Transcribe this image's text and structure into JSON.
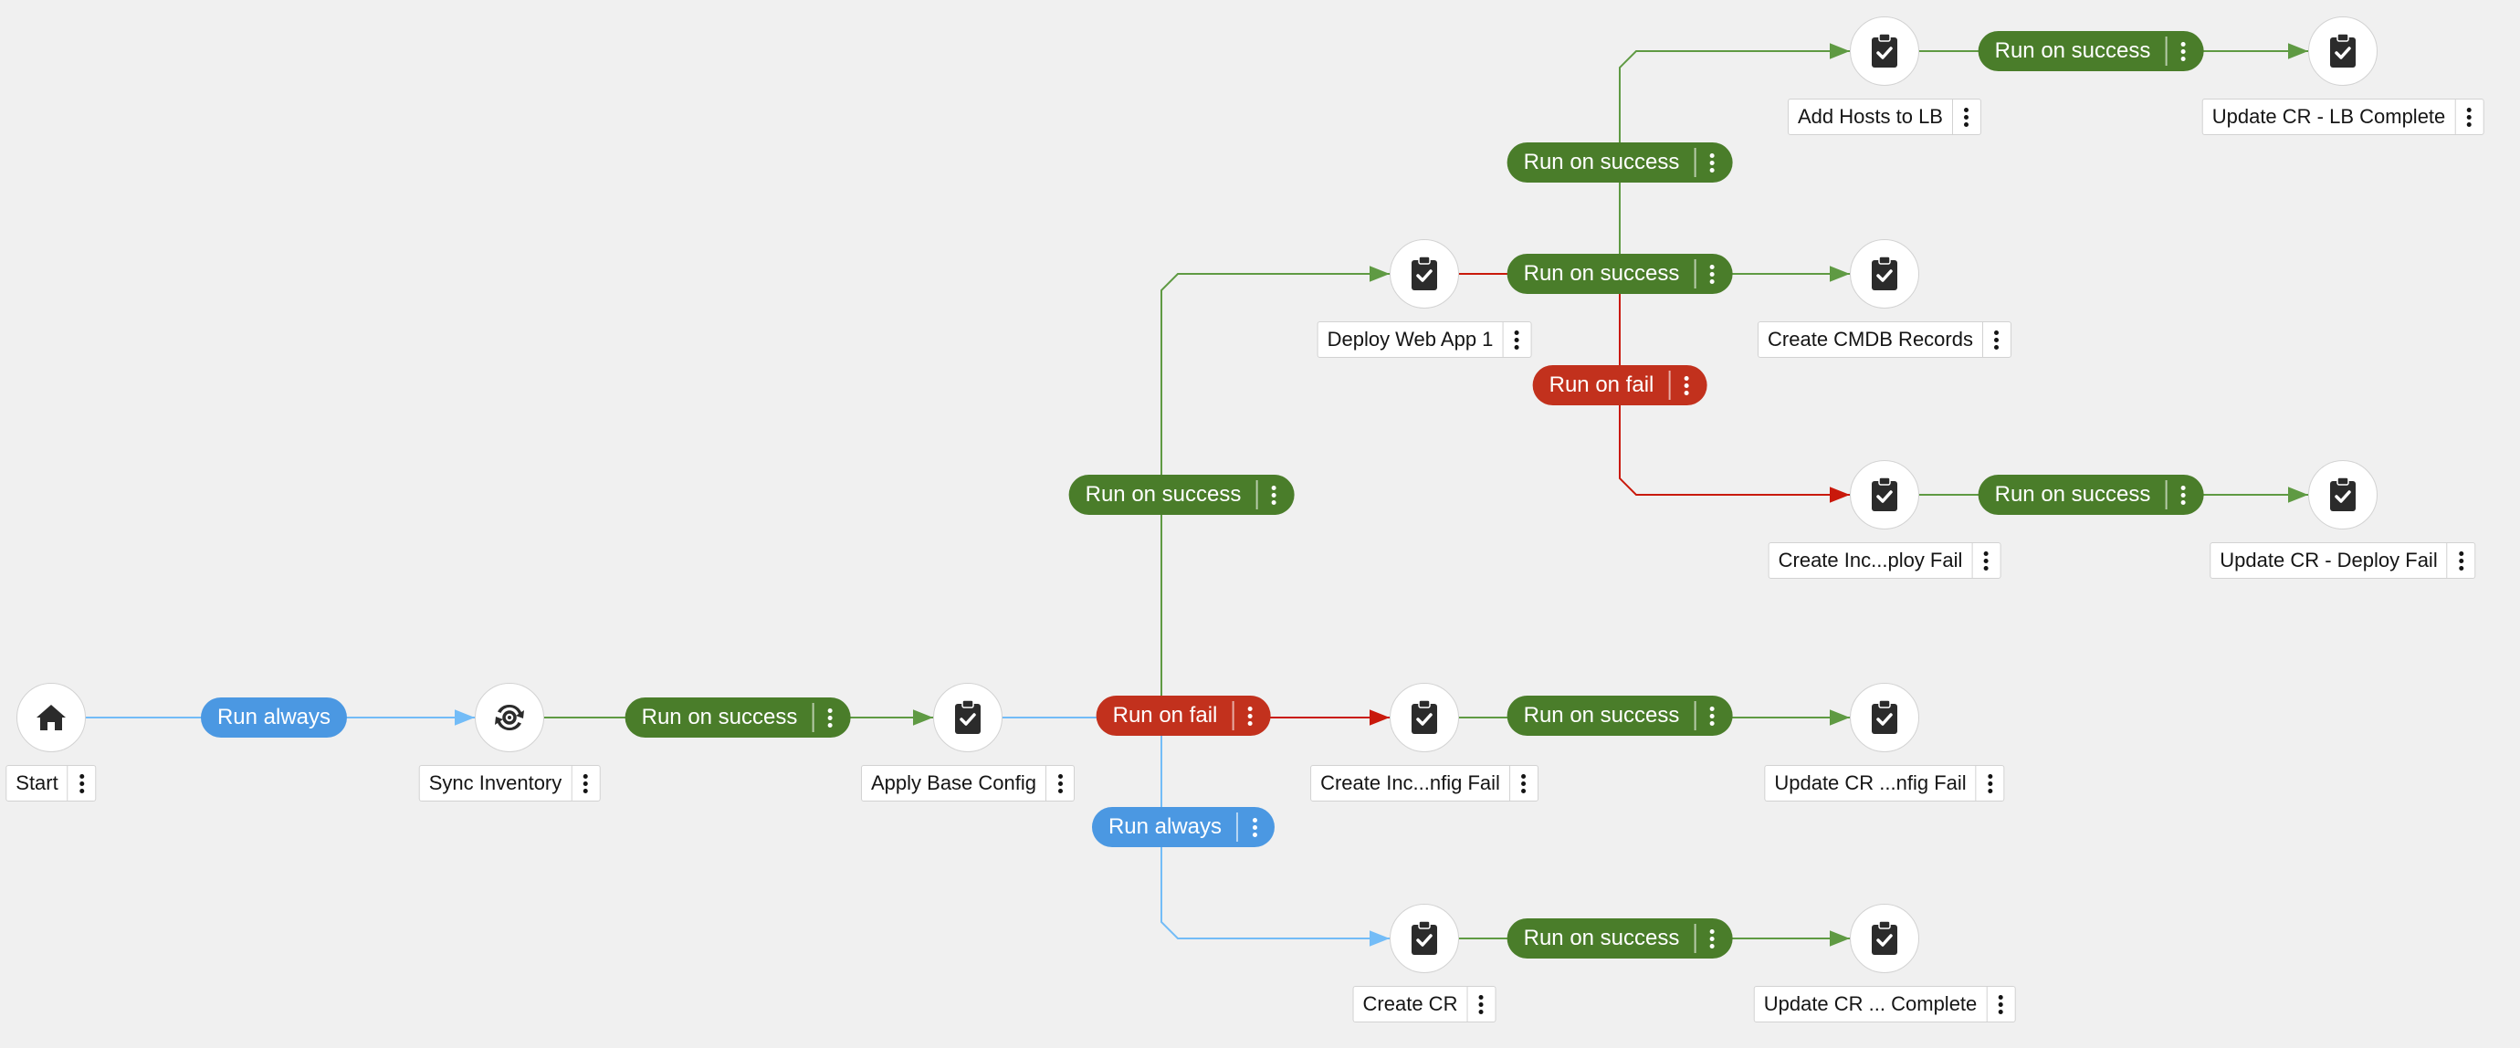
{
  "colors": {
    "success": "#4a7d2a",
    "fail": "#c2311d",
    "always": "#4b98e2",
    "edge_success": "#5f9a43",
    "edge_fail": "#c9190b",
    "edge_always": "#73bcf7"
  },
  "nodes": [
    {
      "id": "start",
      "label": "Start",
      "icon": "home-icon"
    },
    {
      "id": "sync_inventory",
      "label": "Sync Inventory",
      "icon": "sync-icon"
    },
    {
      "id": "apply_base_config",
      "label": "Apply Base Config",
      "icon": "clipboard-check-icon"
    },
    {
      "id": "deploy_web_app_1",
      "label": "Deploy Web App 1",
      "icon": "clipboard-check-icon"
    },
    {
      "id": "add_hosts_to_lb",
      "label": "Add Hosts to LB",
      "icon": "clipboard-check-icon"
    },
    {
      "id": "update_cr_lb_complete",
      "label": "Update CR - LB Complete",
      "icon": "clipboard-check-icon"
    },
    {
      "id": "create_cmdb_records",
      "label": "Create CMDB Records",
      "icon": "clipboard-check-icon"
    },
    {
      "id": "create_inc_deploy_fail",
      "label": "Create Inc...ploy Fail",
      "icon": "clipboard-check-icon"
    },
    {
      "id": "update_cr_deploy_fail",
      "label": "Update CR - Deploy Fail",
      "icon": "clipboard-check-icon"
    },
    {
      "id": "create_inc_config_fail",
      "label": "Create Inc...nfig Fail",
      "icon": "clipboard-check-icon"
    },
    {
      "id": "update_cr_config_fail",
      "label": "Update CR ...nfig Fail",
      "icon": "clipboard-check-icon"
    },
    {
      "id": "create_cr",
      "label": "Create CR",
      "icon": "clipboard-check-icon"
    },
    {
      "id": "update_cr_complete",
      "label": "Update CR ... Complete",
      "icon": "clipboard-check-icon"
    }
  ],
  "edges": [
    {
      "from": "start",
      "to": "sync_inventory",
      "type": "always",
      "label": "Run always",
      "has_menu": false
    },
    {
      "from": "sync_inventory",
      "to": "apply_base_config",
      "type": "success",
      "label": "Run on success",
      "has_menu": true
    },
    {
      "from": "apply_base_config",
      "to": "deploy_web_app_1",
      "type": "success",
      "label": "Run on success",
      "has_menu": true
    },
    {
      "from": "apply_base_config",
      "to": "create_inc_config_fail",
      "type": "fail",
      "label": "Run on fail",
      "has_menu": true
    },
    {
      "from": "apply_base_config",
      "to": "create_cr",
      "type": "always",
      "label": "Run always",
      "has_menu": true
    },
    {
      "from": "deploy_web_app_1",
      "to": "add_hosts_to_lb",
      "type": "success",
      "label": "Run on success",
      "has_menu": true
    },
    {
      "from": "deploy_web_app_1",
      "to": "create_cmdb_records",
      "type": "success",
      "label": "Run on success",
      "has_menu": true
    },
    {
      "from": "deploy_web_app_1",
      "to": "create_inc_deploy_fail",
      "type": "fail",
      "label": "Run on fail",
      "has_menu": true
    },
    {
      "from": "add_hosts_to_lb",
      "to": "update_cr_lb_complete",
      "type": "success",
      "label": "Run on success",
      "has_menu": true
    },
    {
      "from": "create_inc_deploy_fail",
      "to": "update_cr_deploy_fail",
      "type": "success",
      "label": "Run on success",
      "has_menu": true
    },
    {
      "from": "create_inc_config_fail",
      "to": "update_cr_config_fail",
      "type": "success",
      "label": "Run on success",
      "has_menu": true
    },
    {
      "from": "create_cr",
      "to": "update_cr_complete",
      "type": "success",
      "label": "Run on success",
      "has_menu": true
    }
  ]
}
